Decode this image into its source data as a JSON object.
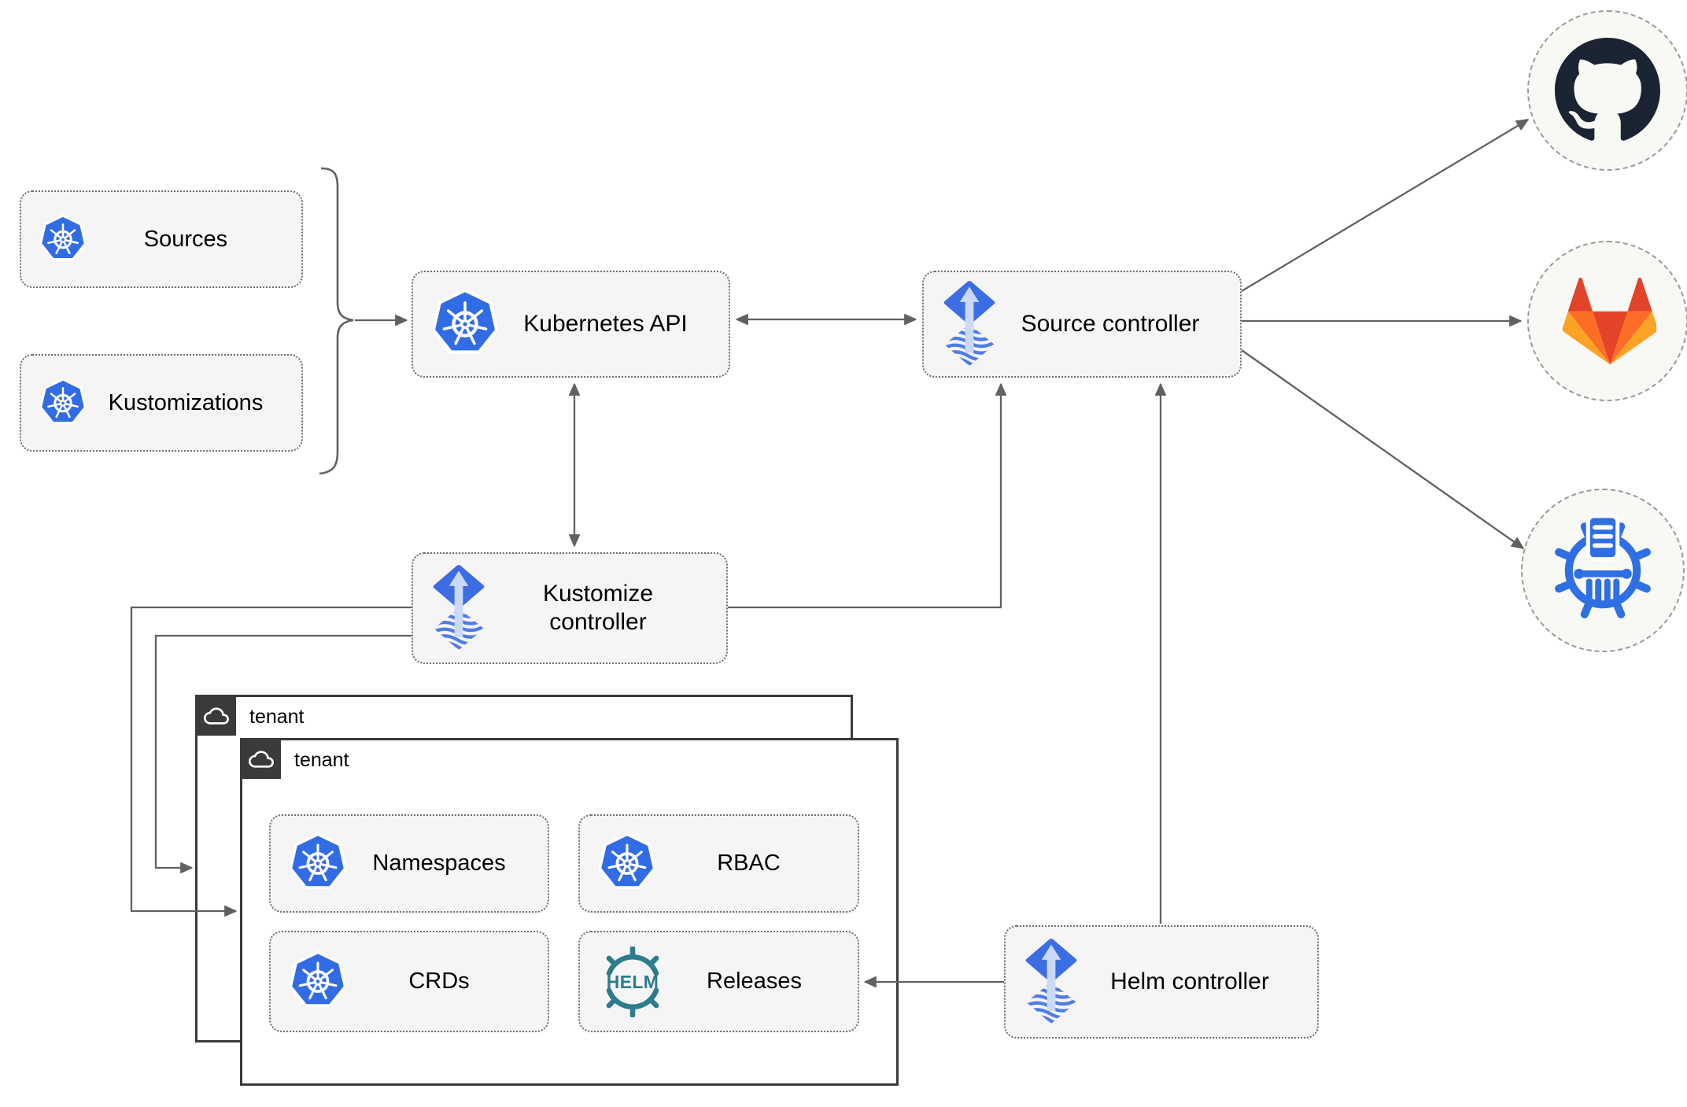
{
  "palette": {
    "box_fill": "#F5F5F5",
    "line_gray": "#616161",
    "kubernetes_blue": "#326CE5",
    "flux_blue": "#3D6DE2",
    "flux_wave_blue": "#4F7DE3",
    "flux_arrow_light": "#C9D9F6",
    "helm_teal": "#2C7C8E",
    "github_dark": "#1B2432",
    "gitlab_red": "#E24329",
    "gitlab_orange": "#FC6D26",
    "gitlab_yellow": "#FCA326",
    "museum_blue": "#2F6FE4",
    "tenant_border": "#3A3A3A"
  },
  "inputs": {
    "sources": {
      "label": "Sources",
      "icon": "kubernetes-icon"
    },
    "kustomizations": {
      "label": "Kustomizations",
      "icon": "kubernetes-icon"
    }
  },
  "core": {
    "kubernetes_api": {
      "label": "Kubernetes API",
      "icon": "kubernetes-icon"
    },
    "source_controller": {
      "label": "Source controller",
      "icon": "flux-icon"
    },
    "kustomize_controller": {
      "label": "Kustomize controller",
      "icon": "flux-icon"
    },
    "helm_controller": {
      "label": "Helm controller",
      "icon": "flux-icon"
    }
  },
  "tenants": {
    "back": {
      "label": "tenant",
      "icon": "cloud-icon"
    },
    "front": {
      "label": "tenant",
      "icon": "cloud-icon",
      "resources": [
        {
          "label": "Namespaces",
          "icon": "kubernetes-icon"
        },
        {
          "label": "RBAC",
          "icon": "kubernetes-icon"
        },
        {
          "label": "CRDs",
          "icon": "kubernetes-icon"
        },
        {
          "label": "Releases",
          "icon": "helm-icon"
        }
      ]
    }
  },
  "helm_logo_text": "HELM",
  "remotes": [
    {
      "name": "github"
    },
    {
      "name": "gitlab"
    },
    {
      "name": "chart-repository"
    }
  ],
  "edges": [
    {
      "from": "sources+kustomizations",
      "to": "kubernetes_api",
      "style": "arrow"
    },
    {
      "from": "kubernetes_api",
      "to": "source_controller",
      "style": "double-arrow"
    },
    {
      "from": "kubernetes_api",
      "to": "kustomize_controller",
      "style": "double-arrow"
    },
    {
      "from": "kustomize_controller",
      "to": "source_controller",
      "style": "arrow"
    },
    {
      "from": "helm_controller",
      "to": "source_controller",
      "style": "arrow"
    },
    {
      "from": "helm_controller",
      "to": "releases",
      "style": "arrow"
    },
    {
      "from": "kustomize_controller",
      "to": "tenant-front",
      "style": "arrow"
    },
    {
      "from": "kustomize_controller",
      "to": "tenant-back",
      "style": "arrow"
    },
    {
      "from": "source_controller",
      "to": "github",
      "style": "arrow"
    },
    {
      "from": "source_controller",
      "to": "gitlab",
      "style": "arrow"
    },
    {
      "from": "source_controller",
      "to": "chart-repository",
      "style": "arrow"
    }
  ]
}
